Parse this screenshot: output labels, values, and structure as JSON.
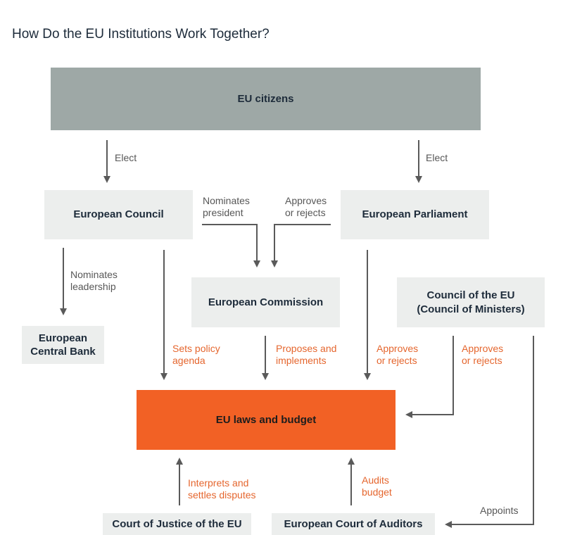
{
  "title": "How Do the EU Institutions Work Together?",
  "colors": {
    "citizens_box": "#9ea8a6",
    "institution_box": "#eceeed",
    "laws_box": "#f26125",
    "arrow": "#5a5a5a",
    "gray_label": "#575757",
    "orange_label": "#e5662e",
    "text_dark": "#1d2b3a"
  },
  "boxes": {
    "eu_citizens": "EU citizens",
    "european_council": "European Council",
    "european_parliament": "European Parliament",
    "european_commission": "European Commission",
    "council_of_eu": "Council of the EU\n(Council of Ministers)",
    "european_central_bank": "European\nCentral Bank",
    "eu_laws_budget": "EU laws and budget",
    "court_of_justice": "Court of Justice of the EU",
    "court_of_auditors": "European Court of Auditors"
  },
  "labels": {
    "elect_left": "Elect",
    "elect_right": "Elect",
    "nominates_president": "Nominates\npresident",
    "approves_rejects_top": "Approves\nor rejects",
    "nominates_leadership": "Nominates\nleadership",
    "sets_policy_agenda": "Sets policy\nagenda",
    "proposes_implements": "Proposes and\nimplements",
    "approves_rejects_parliament": "Approves\nor rejects",
    "approves_rejects_council": "Approves\nor rejects",
    "interprets_settles": "Interprets and\nsettles disputes",
    "audits_budget": "Audits\nbudget",
    "appoints": "Appoints"
  }
}
